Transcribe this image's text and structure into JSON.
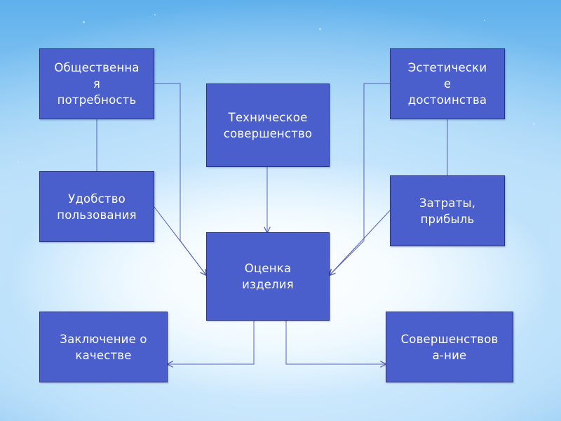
{
  "diagram": {
    "boxes": {
      "social_need": "Общественна\nя\nпотребность",
      "aesthetic": "Эстетически\nе\nдостоинства",
      "technical": "Техническое\nсовершенство",
      "usability": "Удобство\nпользования",
      "costs": "Затраты,\nприбыль",
      "evaluation": "Оценка\nизделия",
      "conclusion": "Заключение о\nкачестве",
      "improvement": "Совершенствов\nа-ние"
    },
    "colors": {
      "box_fill": "#4a5fcc",
      "box_border": "#2a3478",
      "connector": "#5560b8"
    }
  }
}
